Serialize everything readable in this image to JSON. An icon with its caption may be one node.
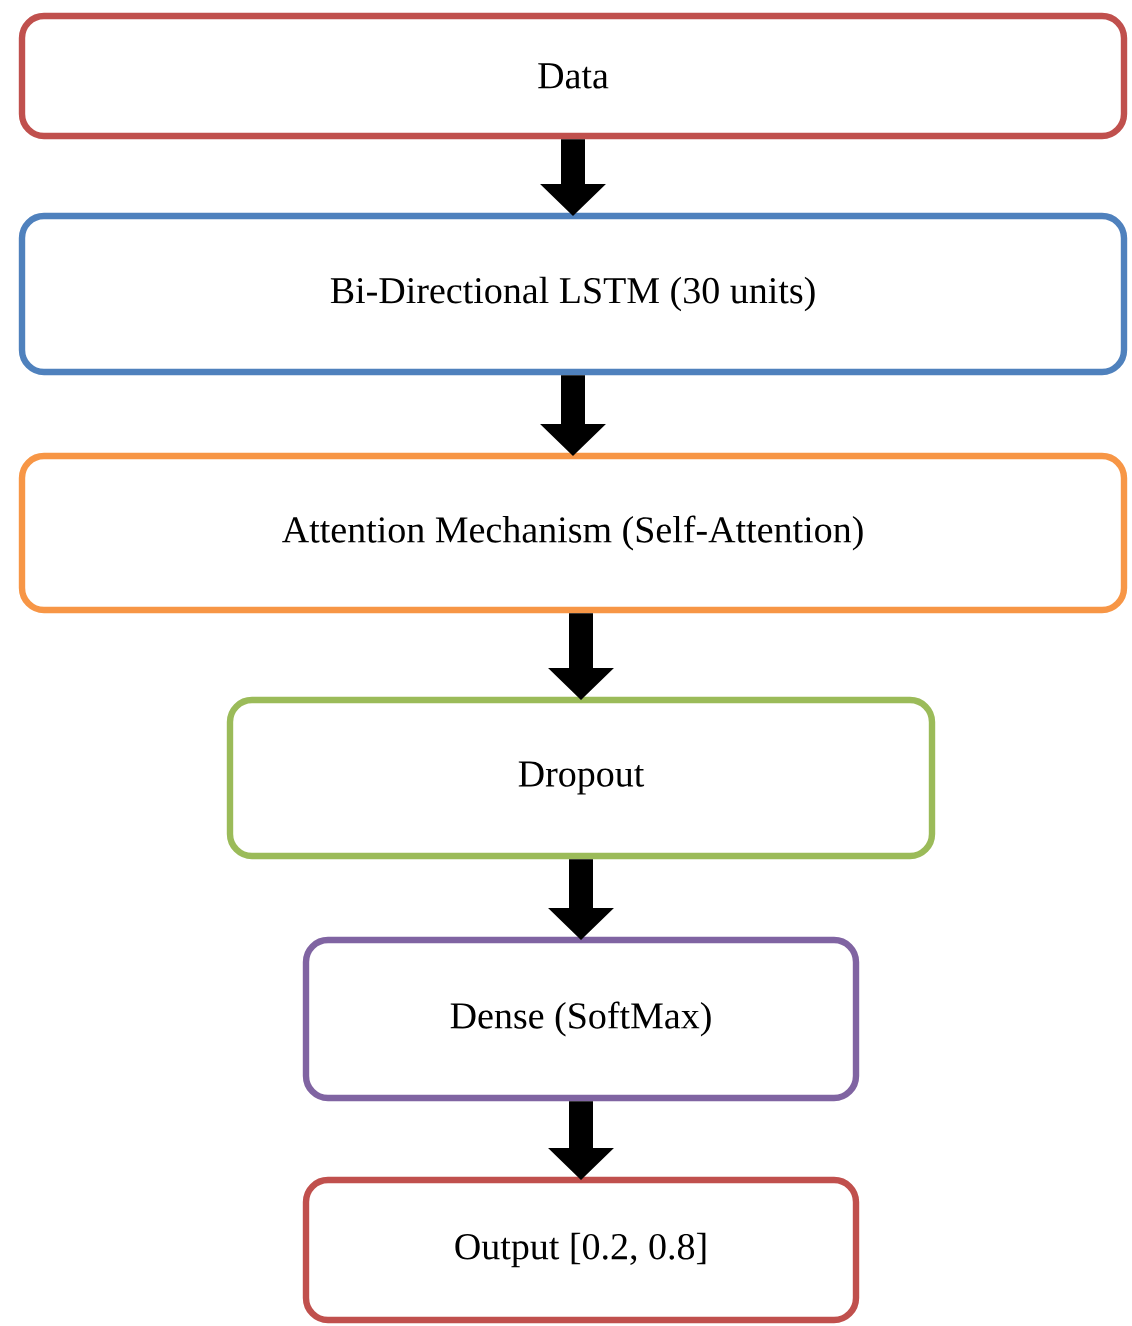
{
  "diagram": {
    "nodes": [
      {
        "text": [
          "Data"
        ]
      },
      {
        "text": [
          "Bi-Directional LSTM (30 units)"
        ]
      },
      {
        "text": [
          "Attention Mechanism (Self-Attention)"
        ]
      },
      {
        "text": [
          "Dropout"
        ]
      },
      {
        "text": [
          "Dense (SoftMax)"
        ]
      },
      {
        "text": [
          "Output [0.2, 0.8]"
        ]
      }
    ],
    "edges": [
      {
        "from": 0,
        "to": 1,
        "arrow": "to"
      },
      {
        "from": 1,
        "to": 2,
        "arrow": "to"
      },
      {
        "from": 2,
        "to": 3,
        "arrow": "to"
      },
      {
        "from": 3,
        "to": 4,
        "arrow": "to"
      },
      {
        "from": 4,
        "to": 5,
        "arrow": "to"
      }
    ]
  }
}
